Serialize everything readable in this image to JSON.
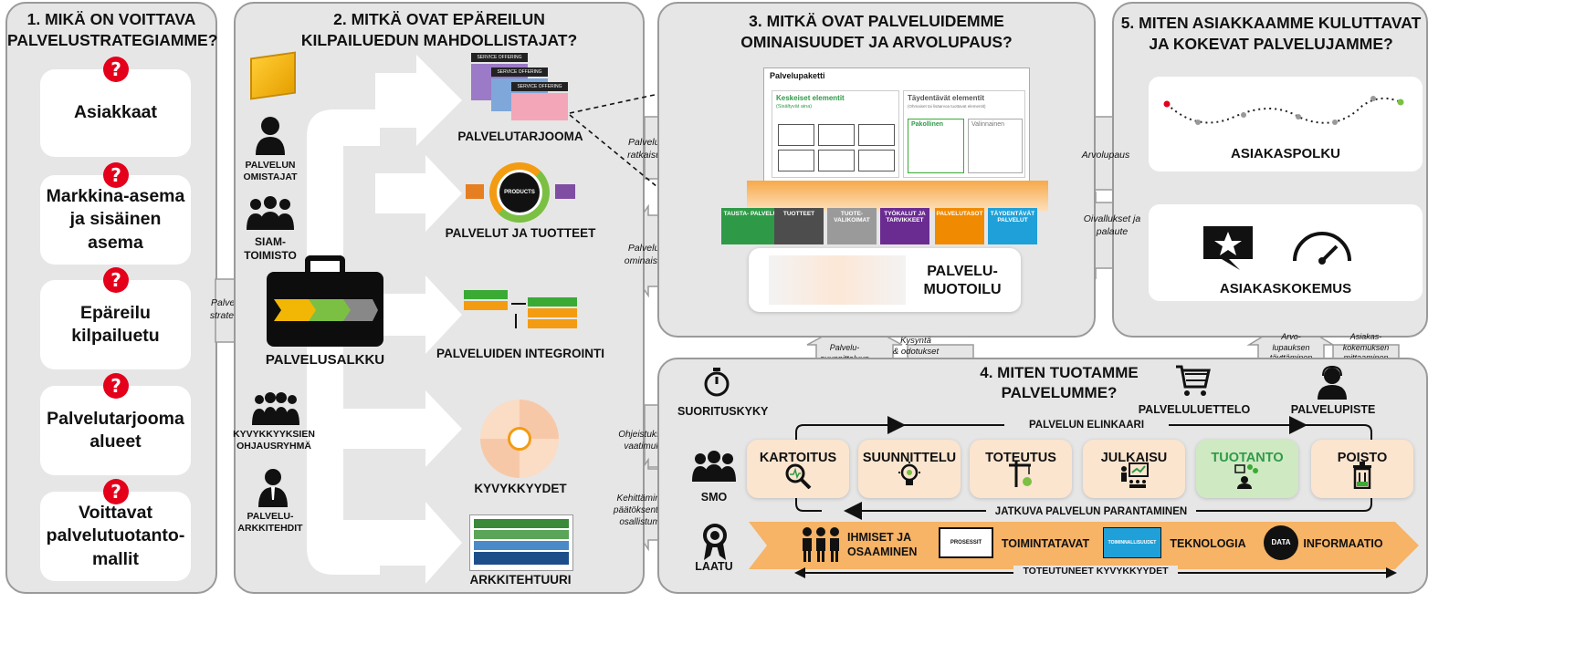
{
  "panels": {
    "p1": {
      "title": "1. MIKÄ ON VOITTAVA\nPALVELUSTRATEGIAMME?",
      "items": [
        "Asiakkaat",
        "Markkina-asema\nja sisäinen asema",
        "Epäreilu\nkilpailuetu",
        "Palvelutarjooma\nalueet",
        "Voittavat\npalvelutuotanto-\nmallit"
      ]
    },
    "p2": {
      "title": "2. MITKÄ OVAT EPÄREILUN\nKILPAILUEDUN MAHDOLLISTAJAT?",
      "roles": [
        "PALVELUN\nOMISTAJAT",
        "SIAM-\nTOIMISTO",
        "KYVYKKYYKSIEN\nOHJAUSRYHMÄ",
        "PALVELU-\nARKKITEHDIT"
      ],
      "portfolio": "PALVELUSALKKU",
      "outputs": [
        "PALVELUTARJOOMA",
        "PALVELUT JA TUOTTEET",
        "PALVELUIDEN INTEGROINTI",
        "KYVYKKYYDET",
        "ARKKITEHTUURI"
      ],
      "offering_tag": "SERVICE OFFERING",
      "products_tag": "PRODUCTS"
    },
    "p3": {
      "title": "3. MITKÄ OVAT PALVELUIDEMME\nOMINAISUUDET JA ARVOLUPAUS?",
      "package": "Palvelupaketti",
      "core": "Keskeiset elementit",
      "core_sub": "(Sisältyvät aina)",
      "supp": "Täydentävät elementit",
      "supp_sub": "(Ohmaiset tai lisäarvoa tuottavat elementit)",
      "mandatory": "Pakollinen",
      "optional": "Valinnainen",
      "services": [
        {
          "label": "TAUSTA-\nPALVELUT",
          "color": "#2e9a47"
        },
        {
          "label": "TUOTTEET",
          "color": "#4d4d4d"
        },
        {
          "label": "TUOTE-\nVALIKOIMAT",
          "color": "#9a9a9a"
        },
        {
          "label": "TYÖKALUT JA\nTARVIKKEET",
          "color": "#6a2c91"
        },
        {
          "label": "PALVELUTASOT",
          "color": "#f08a00"
        },
        {
          "label": "TÄYDENTÄVÄT\nPALVELUT",
          "color": "#1fa0d8"
        }
      ],
      "design": "PALVELU-\nMUOTOILU"
    },
    "p4": {
      "title": "4. MITEN TUOTAMME\nPALVELUMME?",
      "left": [
        "SUORITUSKYKY",
        "SMO",
        "LAATU"
      ],
      "catalog": "PALVELULUETTELO",
      "desk": "PALVELUPISTE",
      "lifecycle": "PALVELUN ELINKAARI",
      "phases": [
        "KARTOITUS",
        "SUUNNITTELU",
        "TOTEUTUS",
        "JULKAISU",
        "TUOTANTO",
        "POISTO"
      ],
      "improve": "JATKUVA PALVELUN PARANTAMINEN",
      "bar": [
        "IHMISET JA\nOSAAMINEN",
        "TOIMINTATAVAT",
        "TEKNOLOGIA",
        "INFORMAATIO"
      ],
      "proc_tag": "PROSESSIT",
      "func_tag": "TOIMINNALLISUUDET",
      "data_tag": "DATA",
      "realized": "TOTEUTUNEET KYVYKKYYDET"
    },
    "p5": {
      "title": "5. MITEN ASIAKKAAMME KULUTTAVAT\nJA KOKEVAT PALVELUJAMME?",
      "journey": "ASIAKASPOLKU",
      "experience": "ASIAKASKOKEMUS"
    }
  },
  "connectors": {
    "strategy": "Palvelu-\nstrategia",
    "solutions": "Palvelu-\nratkaisut",
    "features": "Palveluiden\nominaisuudet",
    "guidance": "Ohjeistukset ja\nvaatimukset",
    "decision": "Kehittäminen ja\npäätöksentekoon\nosallistuminen",
    "promise": "Arvolupaus",
    "feedback": "Oivallukset ja\npalaute",
    "design_part": "Palvelu-\nsuunnitteluun\nosallistuminen",
    "demand": "Kysyntä\n& odotukset",
    "fulfil": "Arvo-\nlupauksen\ntäyttäminen",
    "measure": "Asiakas-\nkokemuksen\nmittaaminen"
  },
  "colors": {
    "panel": "#e6e6e6",
    "border": "#9a9a9a",
    "red": "#e4001b",
    "phase": "#fbe5cf",
    "tuotanto": "#cfe9c3",
    "bar": "#f7b366"
  }
}
